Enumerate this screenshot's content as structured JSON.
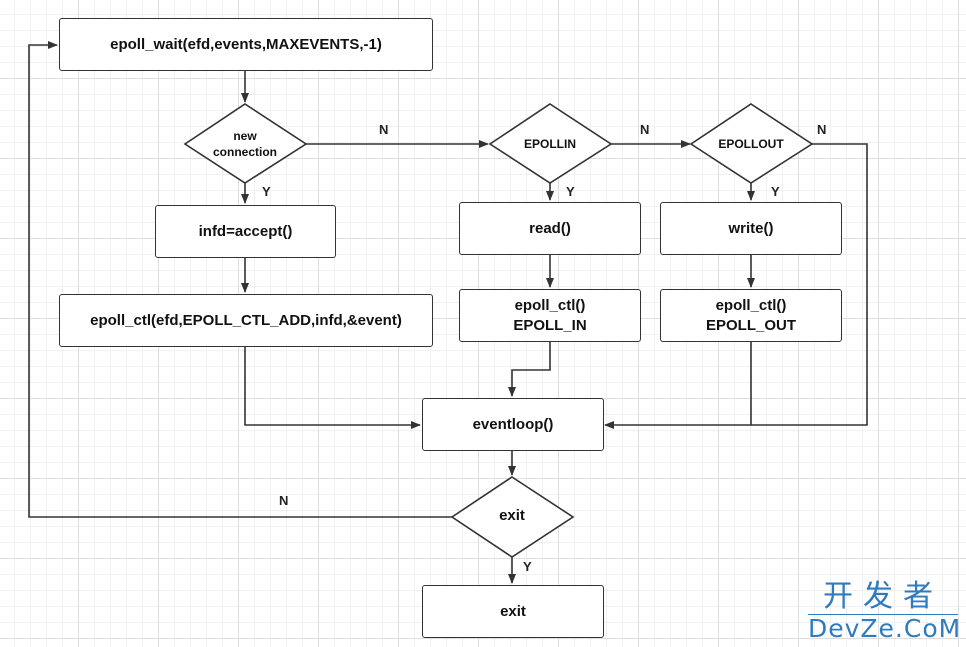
{
  "nodes": {
    "epoll_wait": "epoll_wait(efd,events,MAXEVENTS,-1)",
    "new_connection": "new\nconnection",
    "accept": "infd=accept()",
    "ctl_add": "epoll_ctl(efd,EPOLL_CTL_ADD,infd,&event)",
    "epollin": "EPOLLIN",
    "read": "read()",
    "ctl_in": "epoll_ctl()\nEPOLL_IN",
    "epollout": "EPOLLOUT",
    "write": "write()",
    "ctl_out": "epoll_ctl()\nEPOLL_OUT",
    "eventloop": "eventloop()",
    "exit_decision": "exit",
    "exit_end": "exit"
  },
  "edge_labels": {
    "yes": "Y",
    "no": "N"
  },
  "watermark": {
    "chinese": "开发者",
    "latin": "DevZe.CoM"
  },
  "colors": {
    "line": "#333333",
    "box_fill": "#ffffff",
    "watermark": "#2f7bc0"
  }
}
